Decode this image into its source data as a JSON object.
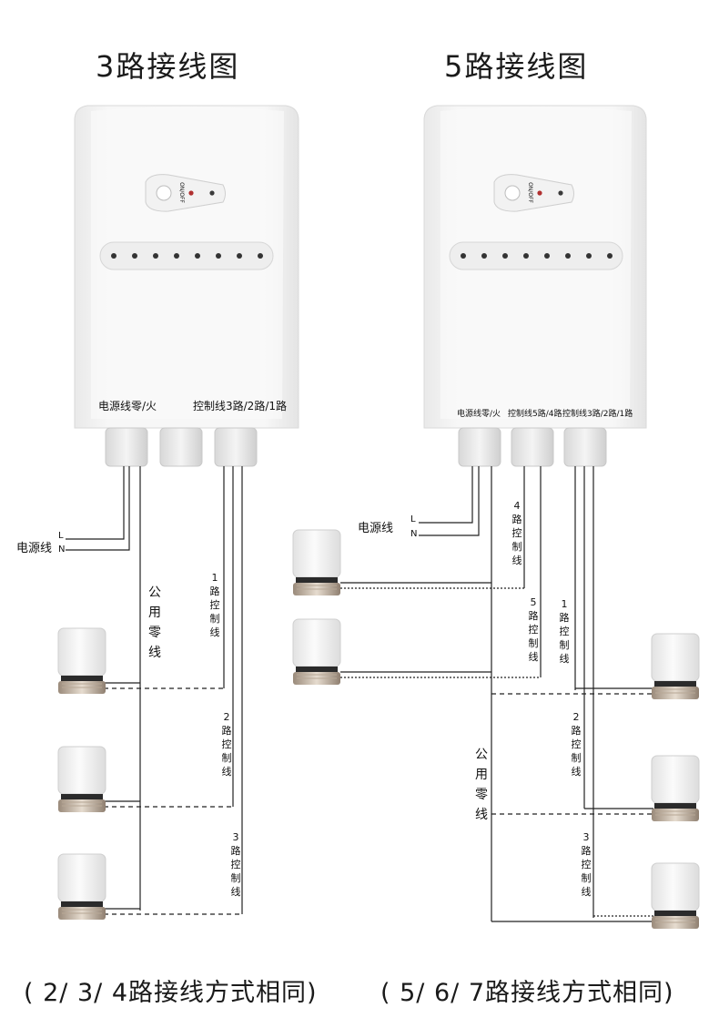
{
  "left": {
    "title": "3路接线图",
    "power_label": "电源线零/火",
    "control_label": "控制线3路/2路/1路",
    "power_wire": "电源线",
    "L": "L",
    "N": "N",
    "common": "公用零线",
    "ctrl1": "1路控制线",
    "ctrl2": "2路控制线",
    "ctrl3": "3路控制线",
    "footer": "( 2/ 3/ 4路接线方式相同)"
  },
  "right": {
    "title": "5路接线图",
    "power_label": "电源线零/火",
    "control_mid": "控制线5路/4路",
    "control_right": "控制线3路/2路/1路",
    "power_wire": "电源线",
    "L": "L",
    "N": "N",
    "common": "公用零线",
    "ctrl4": "4路控制线",
    "ctrl5": "5路控制线",
    "ctrl1": "1路控制线",
    "ctrl2": "2路控制线",
    "ctrl3": "3路控制线",
    "footer": "( 5/ 6/ 7路接线方式相同)"
  },
  "switch_label": "ON/OFF"
}
